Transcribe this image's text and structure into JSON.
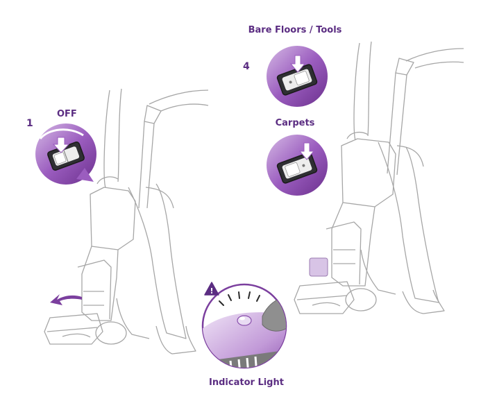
{
  "steps": {
    "step1": {
      "number": "1",
      "label": "OFF"
    },
    "step4": {
      "number": "4",
      "label_top": "Bare Floors / Tools",
      "label_bottom": "Carpets"
    }
  },
  "indicator": {
    "label": "Indicator Light",
    "warning_icon": "warning-triangle-icon"
  },
  "colors": {
    "accent": "#7b3f9e",
    "accent_light": "#c9a6dd",
    "accent_dark": "#4a2566",
    "line": "#9a9a9a"
  }
}
